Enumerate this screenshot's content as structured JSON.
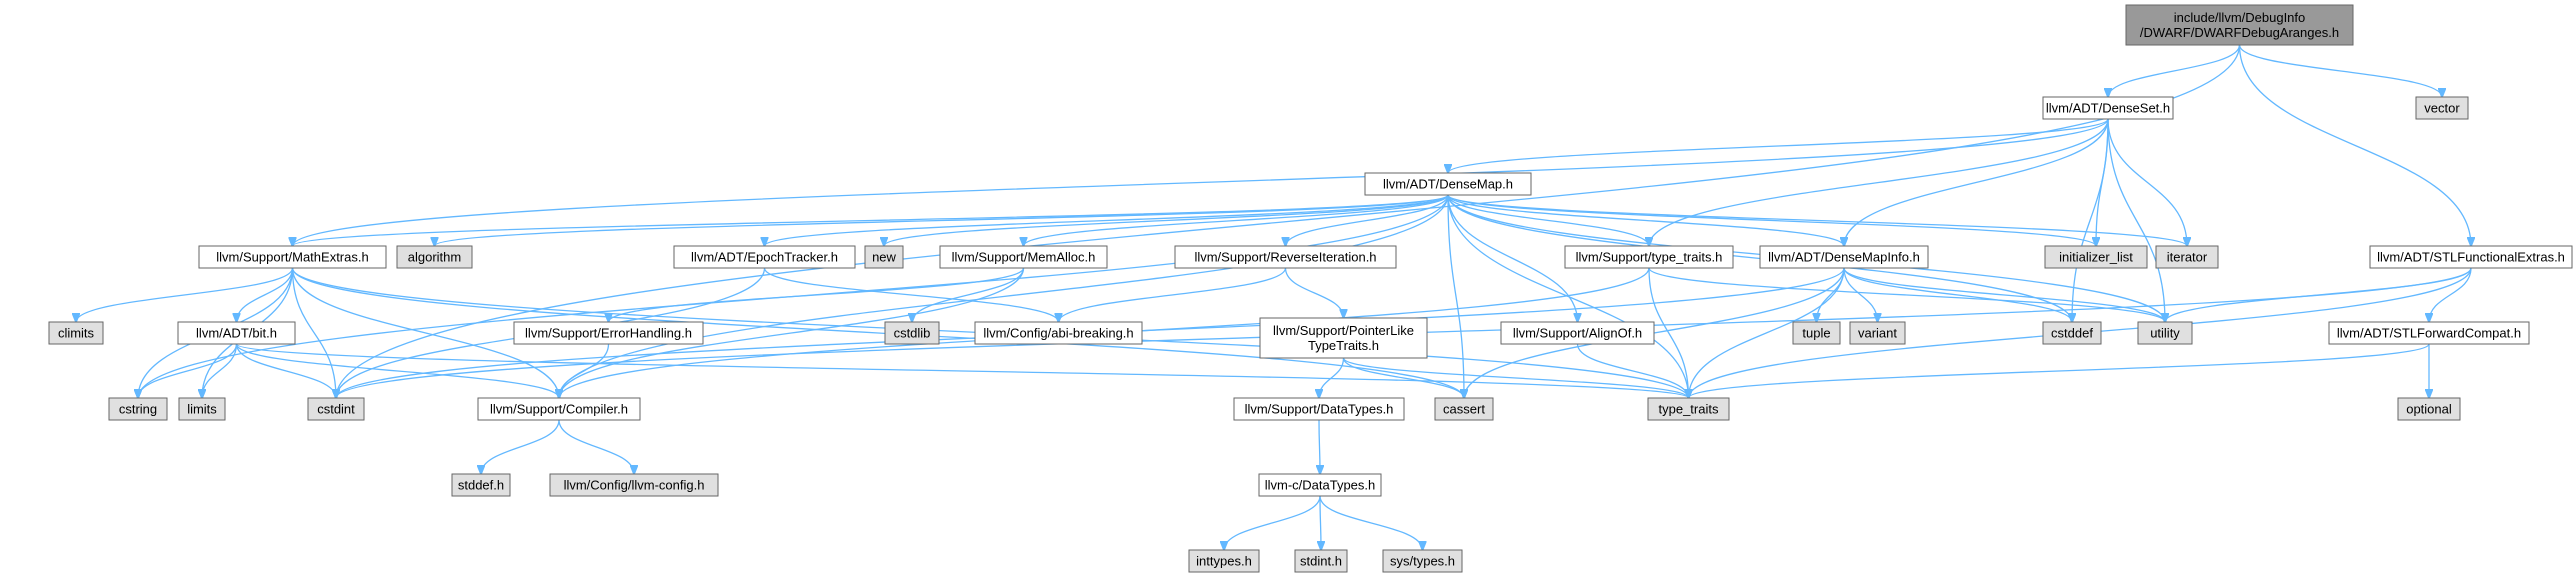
{
  "graph": {
    "colors": {
      "root_fill": "#999999",
      "node_fill": "#ffffff",
      "external_fill": "#e0e0e0",
      "edge": "#63b8ff",
      "border": "#666666"
    },
    "nodes": {
      "root": "include/llvm/DebugInfo\n/DWARF/DWARFDebugAranges.h",
      "denseset": "llvm/ADT/DenseSet.h",
      "vector": "vector",
      "densemap": "llvm/ADT/DenseMap.h",
      "stlfunc": "llvm/ADT/STLFunctionalExtras.h",
      "mathextras": "llvm/Support/MathExtras.h",
      "algorithm": "algorithm",
      "epoch": "llvm/ADT/EpochTracker.h",
      "new": "new",
      "memalloc": "llvm/Support/MemAlloc.h",
      "reverseiter": "llvm/Support/ReverseIteration.h",
      "typetraits_h": "llvm/Support/type_traits.h",
      "densemapinfo": "llvm/ADT/DenseMapInfo.h",
      "initlist": "initializer_list",
      "iterator": "iterator",
      "climits": "climits",
      "bit": "llvm/ADT/bit.h",
      "errorhandling": "llvm/Support/ErrorHandling.h",
      "cstdlib": "cstdlib",
      "abibreaking": "llvm/Config/abi-breaking.h",
      "ptrlike": "llvm/Support/PointerLike\nTypeTraits.h",
      "alignof": "llvm/Support/AlignOf.h",
      "tuple": "tuple",
      "variant": "variant",
      "cstddef": "cstddef",
      "utility": "utility",
      "stlforward": "llvm/ADT/STLForwardCompat.h",
      "cstring": "cstring",
      "limits": "limits",
      "cstdint": "cstdint",
      "compiler": "llvm/Support/Compiler.h",
      "cassert": "cassert",
      "type_traits": "type_traits",
      "datatypes": "llvm/Support/DataTypes.h",
      "optional": "optional",
      "stddef": "stddef.h",
      "llvmconfig": "llvm/Config/llvm-config.h",
      "cdatatypes": "llvm-c/DataTypes.h",
      "inttypes": "inttypes.h",
      "stdint": "stdint.h",
      "systypes": "sys/types.h"
    }
  }
}
